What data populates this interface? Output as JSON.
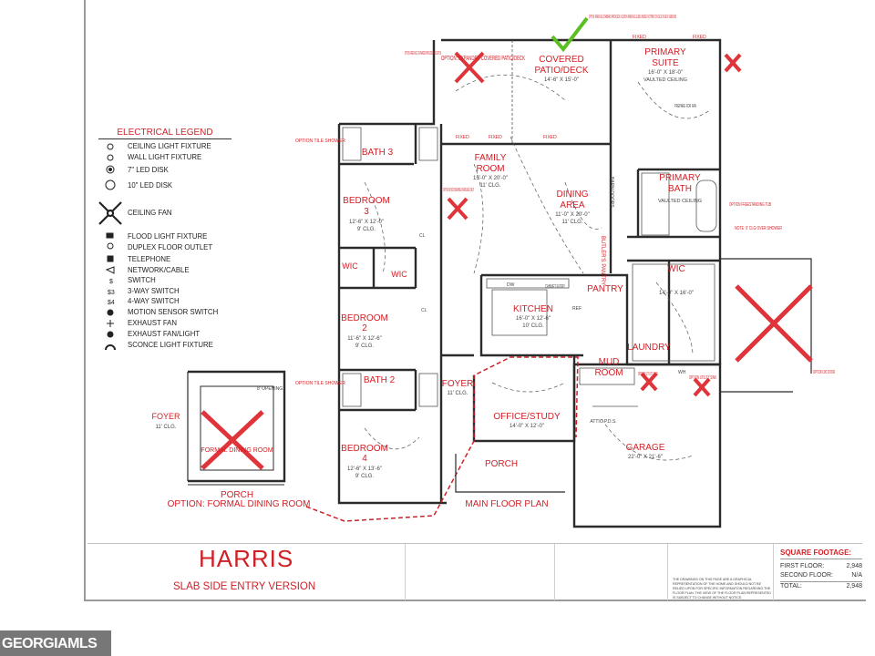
{
  "sheet": {
    "title": "HARRIS",
    "subtitle": "SLAB SIDE ENTRY VERSION",
    "main_floor_label": "MAIN FLOOR PLAN",
    "disclaimer": "THE DRAWINGS ON THIS PAGE ARE A GRAPHICAL REPRESENTATION OF THE HOME AND SHOULD NOT BE RELIED UPON FOR SPECIFIC INFORMATION REGARDING THE FLOOR PLAN. THE VIEW OF THE FLOOR PLAN REPRESENTED IS SUBJECT TO CHANGE WITHOUT NOTICE."
  },
  "square_footage": {
    "title": "SQUARE FOOTAGE:",
    "rows": [
      {
        "label": "FIRST FLOOR:",
        "value": "2,948"
      },
      {
        "label": "SECOND FLOOR:",
        "value": "N/A"
      },
      {
        "label": "TOTAL:",
        "value": "2,948"
      }
    ]
  },
  "legend": {
    "title": "ELECTRICAL LEGEND",
    "items": [
      "CEILING LIGHT FIXTURE",
      "WALL LIGHT FIXTURE",
      "7\" LED DISK",
      "10\" LED DISK",
      "CEILING FAN",
      "FLOOD LIGHT FIXTURE",
      "DUPLEX FLOOR OUTLET",
      "TELEPHONE",
      "NETWORK/CABLE",
      "SWITCH",
      "3-WAY SWITCH",
      "4-WAY SWITCH",
      "MOTION SENSOR SWITCH",
      "EXHAUST FAN",
      "EXHAUST FAN/LIGHT",
      "SCONCE LIGHT FIXTURE"
    ]
  },
  "rooms": {
    "bath3": "BATH 3",
    "bedroom3": "BEDROOM",
    "bedroom3_num": "3",
    "bedroom3_dim": "12'-6\" X 12'-0\"",
    "bedroom3_clg": "9' CLG.",
    "wic_left": "WIC",
    "wic_mid": "WIC",
    "bedroom2": "BEDROOM",
    "bedroom2_num": "2",
    "bedroom2_dim": "11'-6\" X 12'-6\"",
    "bedroom2_clg": "9' CLG.",
    "bath2": "BATH 2",
    "bedroom4": "BEDROOM",
    "bedroom4_num": "4",
    "bedroom4_dim": "12'-6\" X 13'-6\"",
    "bedroom4_clg": "9' CLG.",
    "family_room": "FAMILY",
    "family_room_2": "ROOM",
    "family_dim": "15'-0\" X 20'-0\"",
    "family_clg": "11' CLG.",
    "dining_area": "DINING",
    "dining_area_2": "AREA",
    "dining_dim": "11'-0\" X 20'-0\"",
    "dining_clg": "11' CLG.",
    "kitchen": "KITCHEN",
    "kitchen_dim": "16'-0\" X 12'-6\"",
    "kitchen_clg": "10' CLG.",
    "pantry": "PANTRY",
    "butlers_pantry": "BUTLER'S PANTRY",
    "foyer": "FOYER",
    "foyer_clg": "11' CLG.",
    "office": "OFFICE/STUDY",
    "office_dim": "14'-0\" X 12'-0\"",
    "porch": "PORCH",
    "mud_room": "MUD",
    "mud_room_2": "ROOM",
    "laundry": "LAUNDRY",
    "wic_primary": "WIC",
    "wic_primary_dim": "14'-0\" X 16'-0\"",
    "primary_bath": "PRIMARY",
    "primary_bath_2": "BATH",
    "primary_bath_clg": "VAULTED CEILING",
    "primary_suite": "PRIMARY",
    "primary_suite_2": "SUITE",
    "primary_suite_dim": "16'-0\" X 18'-0\"",
    "primary_suite_clg": "VAULTED CEILING",
    "covered_patio": "COVERED",
    "covered_patio_2": "PATIO/DECK",
    "covered_patio_dim": "14'-6\" X 15'-0\"",
    "expanded_patio": "OPTION: EXPANDED COVERED PATIO/DECK",
    "garage": "GARAGE",
    "garage_dim": "22'-0\" X 21'-6\"",
    "attic": "ATTIC P.D.S.",
    "opt_dining_foyer": "FOYER",
    "opt_dining_foyer_clg": "11' CLG.",
    "opt_dining_room": "FORMAL DINING ROOM",
    "opt_porch": "PORCH",
    "opt_formal_dining": "OPTION: FORMAL DINING ROOM"
  },
  "notes": {
    "fixed1": "FIXED",
    "fixed2": "FIXED",
    "fixed3": "FIXED",
    "fixed4": "FIXED",
    "fixed5": "FIXED",
    "opt_fireplace_left": "OPTION FIREPLACE *EXPANDED PATIO/DECK LOCATION",
    "opt_fireplace_top": "OPTION: FIREPLACE STANDARD PATIO/DECK LOCATION FIREPLACE SLIDES INSIDE FOOTPRINT OF DECK ON DECK VERSIONS",
    "opt_tile_shower_1": "OPTION TILE SHOWER",
    "opt_tile_shower_2": "OPTION TILE SHOWER",
    "opt_wood_fireplace": "OPTION WOOD BURNING FIREPLACE ONLY",
    "opt_freestanding": "OPTION FREESTANDING TUB",
    "note_shower": "NOTE: 9' CLG OVER SHOWER",
    "opt_utility": "OPTION UTILITY SINK",
    "opt_utility_2": "OPTION UTILITY SINK",
    "opt_door": "OPTION 3/0 DOOR",
    "barn_doors": "BARN DOORS",
    "prepare_fan": "PREPARE FOR FAN",
    "cabinet_entry": "CABINET ENTRY",
    "dw": "DW",
    "ref": "REF",
    "cl": "CL",
    "cl2": "CL",
    "wh": "WH",
    "opening": "8' OPENING"
  },
  "logo": {
    "text": "GEORGIAMLS"
  },
  "colors": {
    "red": "#d11f26",
    "wall": "#2b2b2b",
    "green": "#5bbf21",
    "x_mark": "#e0343b"
  }
}
